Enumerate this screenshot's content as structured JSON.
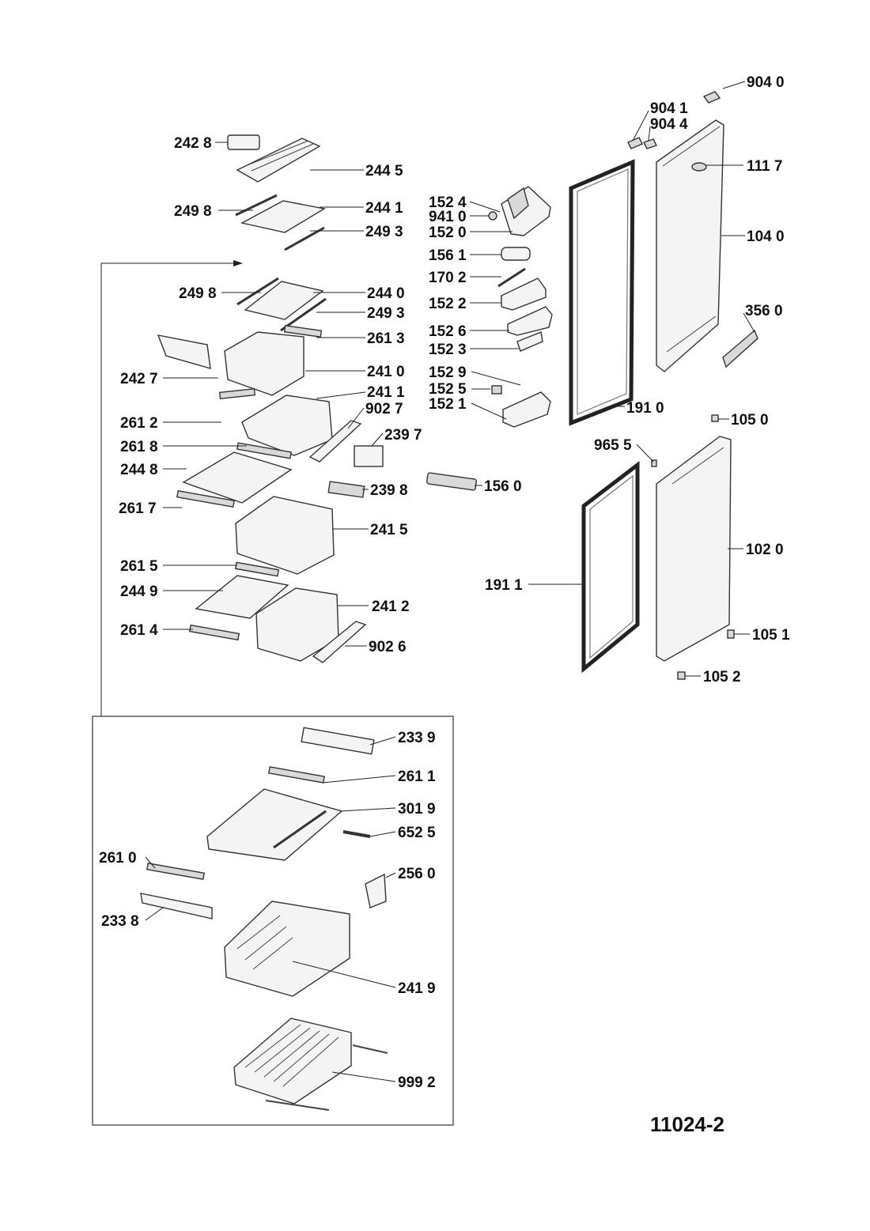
{
  "drawing_number": "11024-2",
  "callouts": [
    "904 0",
    "904 1",
    "904 4",
    "111 7",
    "104 0",
    "356 0",
    "191 0",
    "105 0",
    "965 5",
    "102 0",
    "191 1",
    "105 1",
    "105 2",
    "242 8",
    "244 5",
    "249 8",
    "244 1",
    "249 3",
    "249 8",
    "244 0",
    "249 3",
    "261 3",
    "242 7",
    "241 0",
    "241 1",
    "261 2",
    "902 7",
    "261 8",
    "239 7",
    "244 8",
    "239 8",
    "261 7",
    "241 5",
    "261 5",
    "244 9",
    "241 2",
    "261 4",
    "902 6",
    "152 4",
    "941 0",
    "152 0",
    "156 1",
    "170 2",
    "152 2",
    "152 6",
    "152 3",
    "152 9",
    "152 5",
    "152 1",
    "156 0",
    "233 9",
    "261 1",
    "301 9",
    "652 5",
    "261 0",
    "256 0",
    "233 8",
    "241 9",
    "999 2"
  ]
}
